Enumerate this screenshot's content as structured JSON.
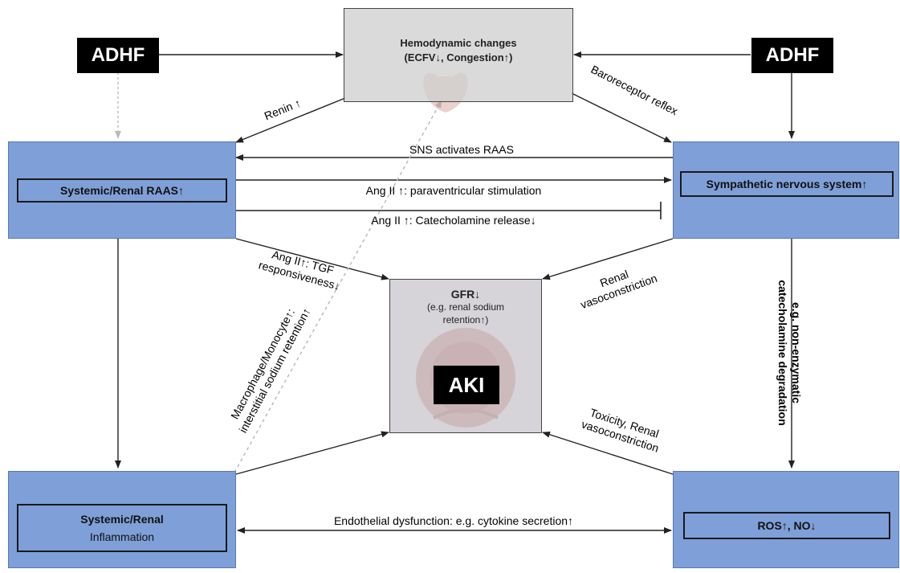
{
  "adhf_left": "ADHF",
  "adhf_right": "ADHF",
  "hemodynamic": {
    "line1": "Hemodynamic changes",
    "line2": "(ECFV↓, Congestion↑)"
  },
  "raas_box": "Systemic/Renal RAAS↑",
  "sns_box": "Sympathetic nervous system↑",
  "inflammation_box": {
    "line1": "Systemic/Renal",
    "line2": "Inflammation"
  },
  "ros_box": "ROS↑, NO↓",
  "center": {
    "gfr": "GFR↓",
    "line2": "(e.g. renal sodium",
    "line3": "retention↑)",
    "aki": "AKI"
  },
  "edge_labels": {
    "renin": "Renin ↑",
    "baroreceptor": "Baroreceptor reflex",
    "sns_activates": "SNS activates RAAS",
    "ang_paraventricular": "Ang II ↑: paraventricular stimulation",
    "ang_catecholamine": "Ang II ↑: Catecholamine release↓",
    "ang_tgf_1": "Ang II↑: TGF",
    "ang_tgf_2": "responsiveness↓",
    "macrophage_1": "Macrophage/Monocyte↑:",
    "macrophage_2": "interstitial sodium retention↑",
    "renal_vaso_1": "Renal",
    "renal_vaso_2": "vasoconstriction",
    "nonenzymatic_1": "e.g. non-enzymatic",
    "nonenzymatic_2": "catecholamine degradation",
    "toxicity_1": "Toxicity, Renal",
    "toxicity_2": "vasoconstriction",
    "endothelial": "Endothelial dysfunction: e.g. cytokine secretion↑"
  }
}
